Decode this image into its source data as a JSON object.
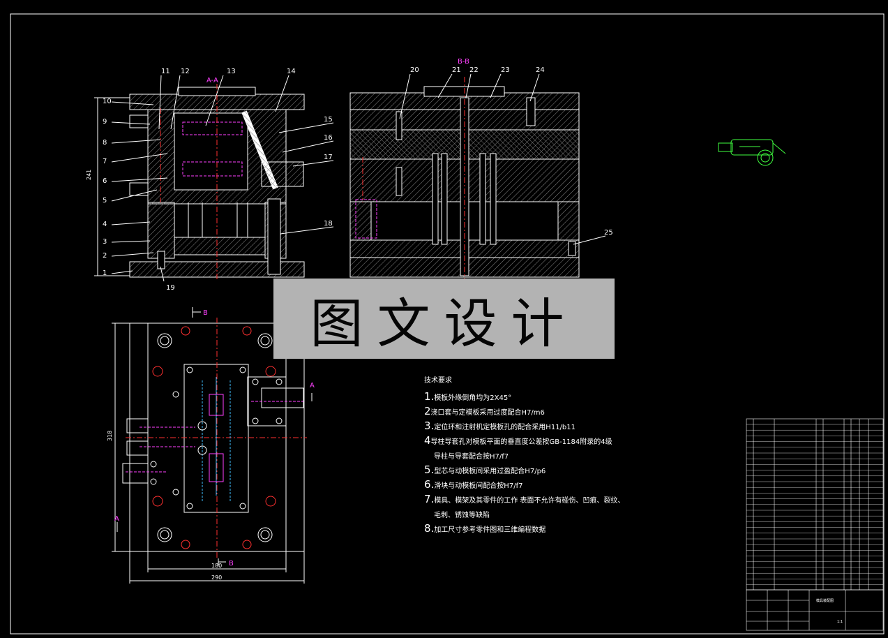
{
  "section_labels": {
    "aa": "A-A",
    "bb": "B-B"
  },
  "part_numbers_left": [
    "10",
    "9",
    "8",
    "7",
    "6",
    "5",
    "4",
    "3",
    "2",
    "1"
  ],
  "part_numbers_top_left": [
    "11",
    "12",
    "13",
    "14"
  ],
  "part_numbers_right_left": [
    "15",
    "16",
    "17",
    "18"
  ],
  "part_number_bottom": "19",
  "part_numbers_top_right": [
    "20",
    "21",
    "22",
    "23",
    "24"
  ],
  "part_number_25": "25",
  "dimensions": {
    "height_front": "241",
    "plan_height": "318",
    "inner_width": "180",
    "outer_width": "290"
  },
  "section_markers": {
    "b": "B",
    "a": "A"
  },
  "watermark": "图文设计",
  "tech_requirements": {
    "title": "技术要求",
    "items": [
      {
        "num": "1.",
        "text": "模板外缘倒角均为2X45°"
      },
      {
        "num": "2",
        "text": "浇口套与定模板采用过度配合H7/m6"
      },
      {
        "num": "3.",
        "text": "定位环和注射机定模板孔的配合采用H11/b11"
      },
      {
        "num": "4",
        "text": "导柱导套孔对模板平面的垂直度公差按GB-1184附录的4级"
      },
      {
        "num": "",
        "text": "导柱与导套配合按H7/f7"
      },
      {
        "num": "5.",
        "text": "型芯与动模板间采用过盈配合H7/p6"
      },
      {
        "num": "6.",
        "text": "滑块与动模板间配合按H7/f7"
      },
      {
        "num": "7.",
        "text": "模具、模架及其零件的工作 表面不允许有碰伤、凹痕、裂纹、"
      },
      {
        "num": "",
        "text": "毛刺、锈蚀等缺陷"
      },
      {
        "num": "8.",
        "text": "加工尺寸参考零件图和三维编程数据"
      }
    ]
  },
  "title_block": {
    "drawing_name": "模具装配图",
    "scale": "1:1"
  },
  "colors": {
    "background": "#000000",
    "lines": "#ffffff",
    "center_lines": "#ff3030",
    "parts": "#ff40ff",
    "cyan": "#40c0ff",
    "green": "#40ff40",
    "watermark_bg": "#b3b3b3"
  },
  "icons": [
    "part-3d-thumbnail-icon"
  ]
}
